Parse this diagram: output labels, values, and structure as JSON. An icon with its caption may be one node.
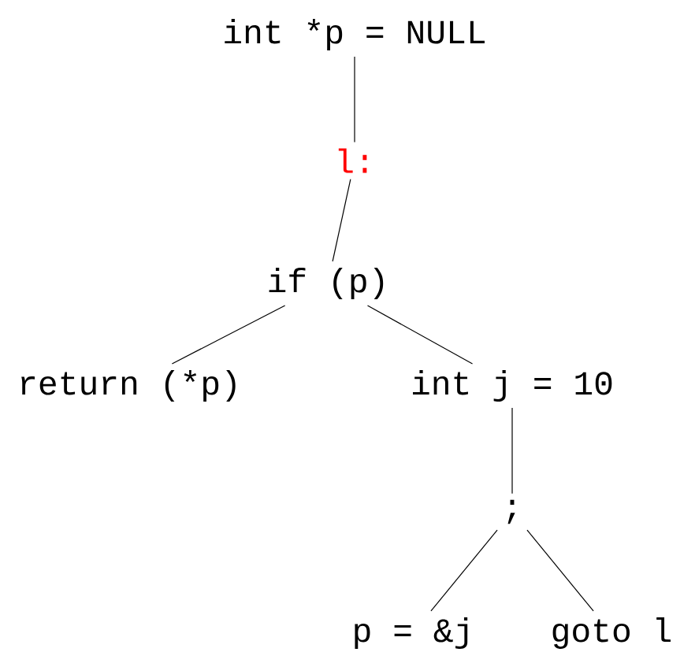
{
  "diagram": {
    "nodes": [
      {
        "text": [
          "int *p = NULL"
        ]
      },
      {
        "text": [
          "l:"
        ]
      },
      {
        "text": [
          "if (p)"
        ]
      },
      {
        "text": [
          "return (*p)"
        ]
      },
      {
        "text": [
          "int j = 10"
        ]
      },
      {
        "text": [
          ";"
        ]
      },
      {
        "text": [
          "p = &j"
        ]
      },
      {
        "text": [
          "goto l"
        ]
      }
    ],
    "edges": [
      {
        "from": 0,
        "to": 1,
        "arrow": "none"
      },
      {
        "from": 1,
        "to": 2,
        "arrow": "none"
      },
      {
        "from": 2,
        "to": 3,
        "arrow": "none"
      },
      {
        "from": 2,
        "to": 4,
        "arrow": "none"
      },
      {
        "from": 4,
        "to": 5,
        "arrow": "none"
      },
      {
        "from": 5,
        "to": 6,
        "arrow": "none"
      },
      {
        "from": 5,
        "to": 7,
        "arrow": "none"
      }
    ]
  }
}
